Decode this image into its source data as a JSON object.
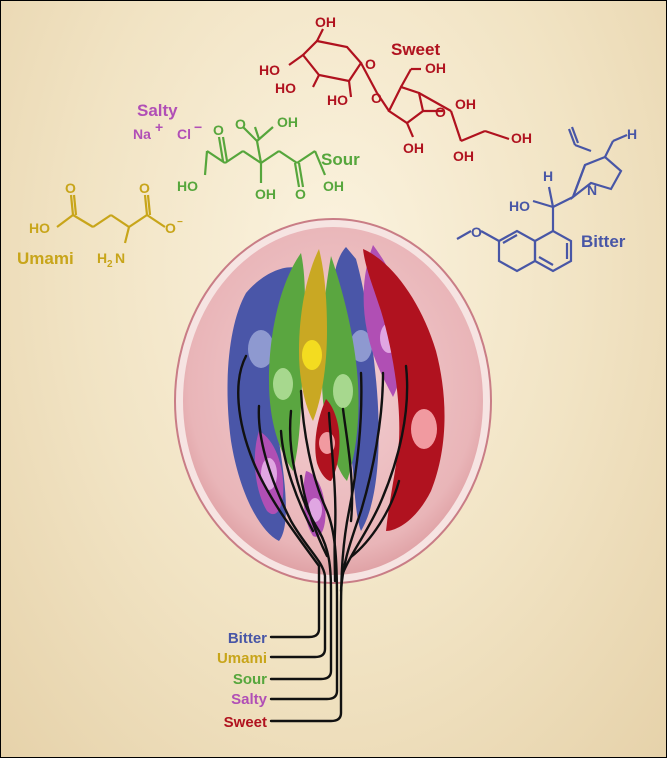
{
  "colors": {
    "sweet": "#b0121f",
    "salty": "#b14fb6",
    "sour": "#56a63c",
    "umami": "#c8a51a",
    "bitter": "#4856a6",
    "background": "#f3e6c8"
  },
  "molecules": {
    "sweet": {
      "title": "Sweet",
      "oh1": "OH",
      "oh2": "HO",
      "oh3": "HO",
      "oh4": "HO",
      "oh5": "OH",
      "oh6": "OH",
      "oh7": "OH",
      "oh8": "OH",
      "oh9": "OH",
      "o1": "O",
      "o2": "O",
      "o3": "O"
    },
    "salty": {
      "title": "Salty",
      "na": "Na",
      "na_charge": "+",
      "cl": "Cl",
      "cl_charge": "−"
    },
    "sour": {
      "title": "Sour",
      "oh1": "OH",
      "oh2": "HO",
      "oh3": "OH",
      "oh4": "OH",
      "o1": "O",
      "o2": "O",
      "o3": "O"
    },
    "umami": {
      "title": "Umami",
      "ho": "HO",
      "o1": "O",
      "o2": "O",
      "o_minus": "O",
      "charge": "−",
      "h2": "H",
      "h2sub": "2",
      "n": "N"
    },
    "bitter": {
      "title": "Bitter",
      "h1": "H",
      "h2": "H",
      "n": "N",
      "ho": "HO",
      "o": "O"
    }
  },
  "legend": [
    "Bitter",
    "Umami",
    "Sour",
    "Salty",
    "Sweet"
  ]
}
